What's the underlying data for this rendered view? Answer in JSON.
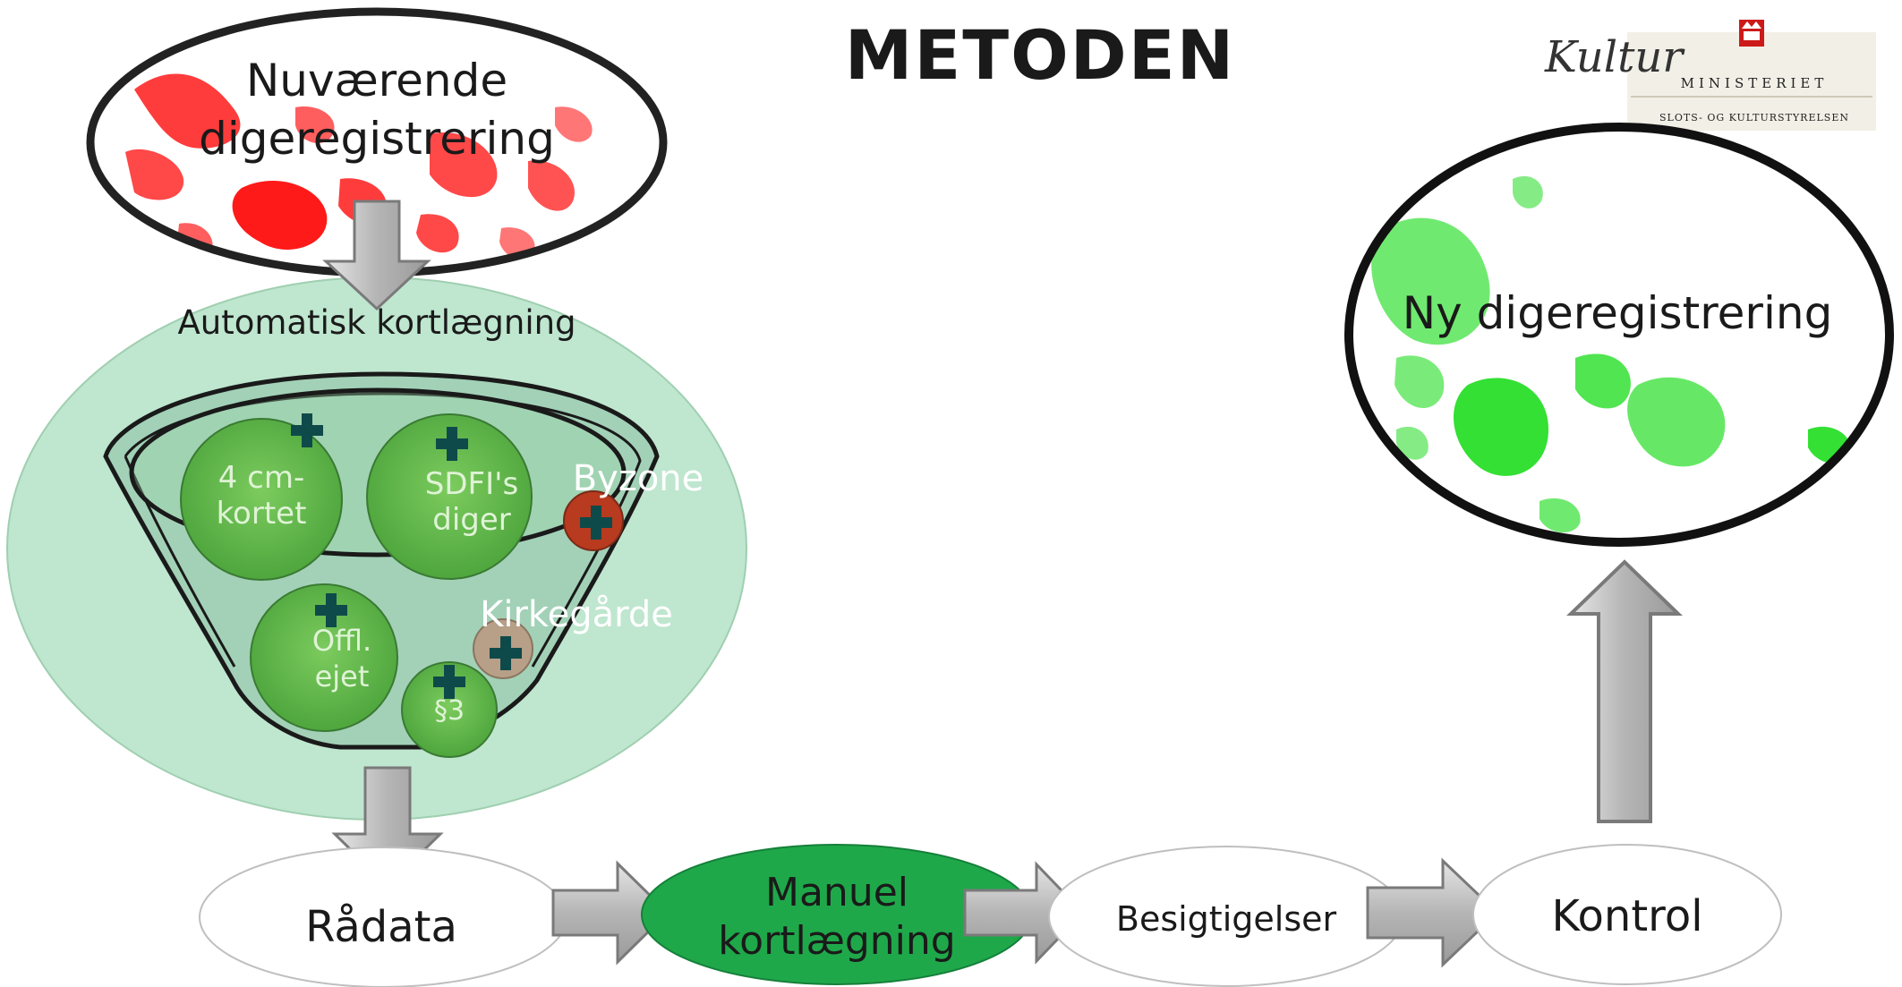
{
  "title": "METODEN",
  "top_ellipse_label_line1": "Nuværende",
  "top_ellipse_label_line2": "digeregistrering",
  "funnel_label": "Automatisk kortlægning",
  "circles": {
    "c1_line1": "4 cm-",
    "c1_line2": "kortet",
    "c2_line1": "SDFI's",
    "c2_line2": "diger",
    "c3_line1": "Offl.",
    "c3_line2": "ejet",
    "c4": "§3",
    "byzone": "Byzone",
    "kirkegaarde": "Kirkegårde"
  },
  "new_registration": "Ny digeregistrering",
  "steps": {
    "raadata": "Rådata",
    "manuel_line1": "Manuel",
    "manuel_line2": "kortlægning",
    "besigtigelser": "Besigtigelser",
    "kontrol": "Kontrol"
  },
  "logo": {
    "script": "Kultur",
    "line1": "MINISTERIET",
    "line2": "SLOTS- OG KULTURSTYRELSEN"
  },
  "colors": {
    "old_registration": "#ff1a1a",
    "new_registration": "#33e033",
    "funnel_bg": "#bfe6cf",
    "circle_green": "#5cb648",
    "manuel_fill": "#1fa84a",
    "plus_dark": "#0f4a4a",
    "byzone_red": "#b83a1f",
    "kirke_brown": "#b79f88",
    "arrow_grey": "#b8b8b8",
    "logo_red": "#cc1a1a"
  }
}
